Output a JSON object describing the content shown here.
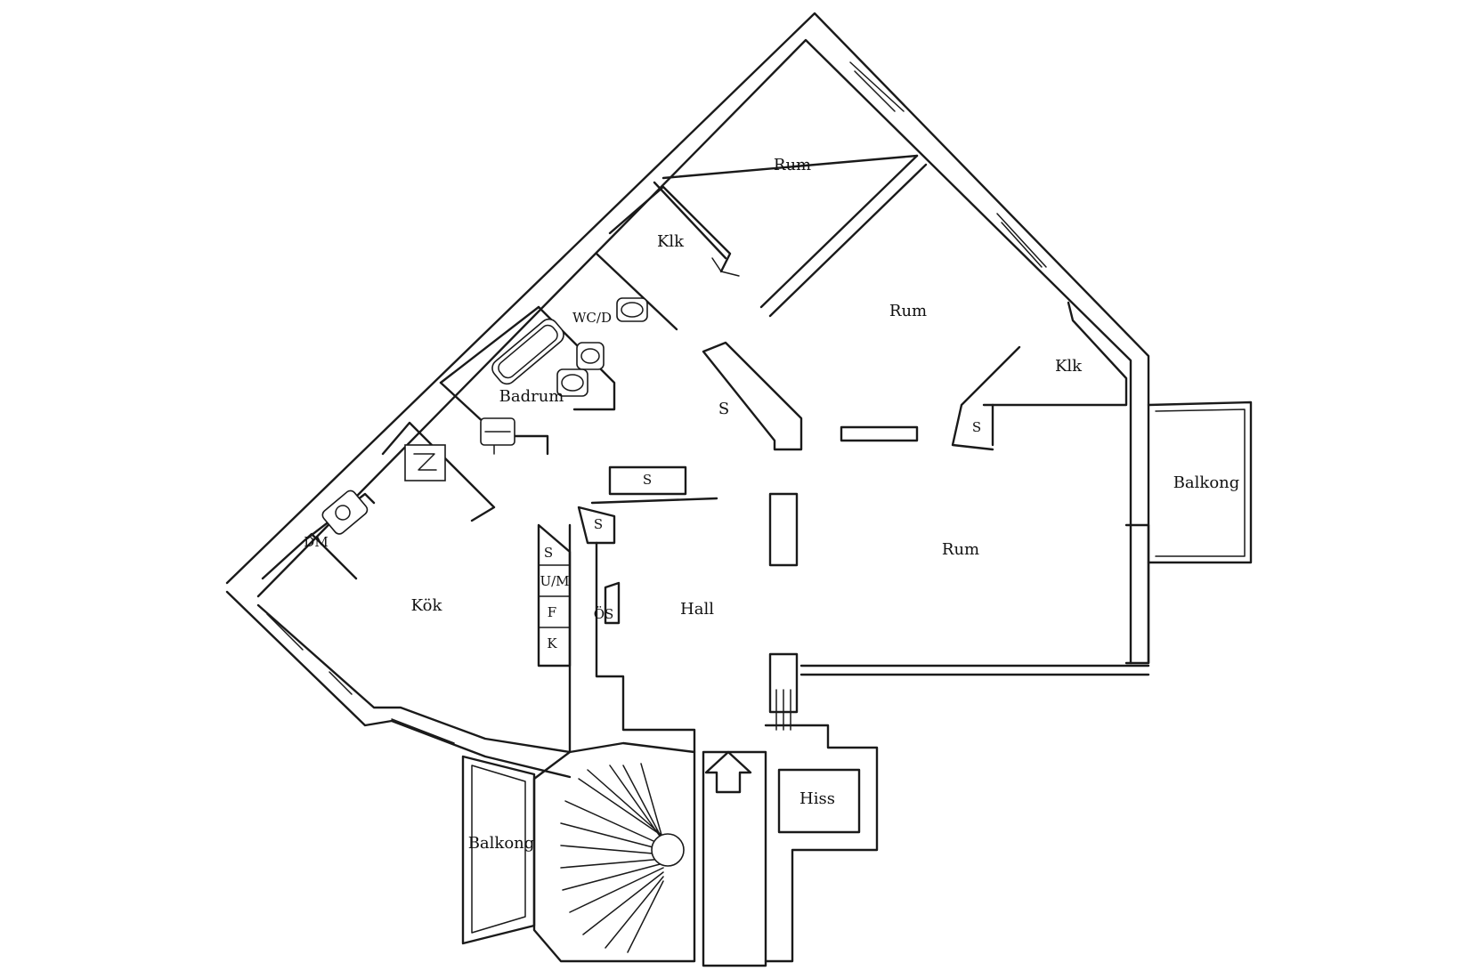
{
  "floorplan": {
    "rooms": {
      "rum_top": "Rum",
      "klk_top": "Klk",
      "wc": "WC/D",
      "rum_middle": "Rum",
      "klk_right": "Klk",
      "badrum": "Badrum",
      "s_hall_upper": "S",
      "s_triangle": "S",
      "balkong_right": "Balkong",
      "s_hall_top": "S",
      "s_hall_left": "S",
      "rum_large": "Rum",
      "dm": "DM",
      "kok": "Kök",
      "s_stack": "S",
      "um": "U/M",
      "f": "F",
      "k": "K",
      "os": "ÖS",
      "hall": "Hall",
      "hiss": "Hiss",
      "balkong_left": "Balkong"
    }
  }
}
